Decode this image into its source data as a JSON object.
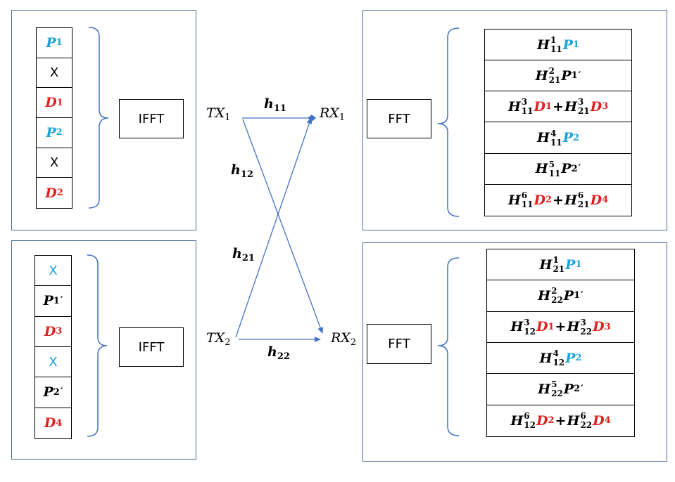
{
  "colors": {
    "blue": "#1aa3d9",
    "red": "#e01f1f",
    "line": "#4472c4",
    "frame": "#4a6a94"
  },
  "tx1_stack": [
    {
      "kind": "sym",
      "color": "blue",
      "base": "P",
      "sub": "1",
      "prime": false
    },
    {
      "kind": "x",
      "color": "black",
      "label": "X"
    },
    {
      "kind": "sym",
      "color": "red",
      "base": "D",
      "sub": "1",
      "prime": false
    },
    {
      "kind": "sym",
      "color": "blue",
      "base": "P",
      "sub": "2",
      "prime": false
    },
    {
      "kind": "x",
      "color": "black",
      "label": "X"
    },
    {
      "kind": "sym",
      "color": "red",
      "base": "D",
      "sub": "2",
      "prime": false
    }
  ],
  "tx2_stack": [
    {
      "kind": "x",
      "color": "blue",
      "label": "X"
    },
    {
      "kind": "sym",
      "color": "black",
      "base": "P",
      "sub": "1",
      "prime": true
    },
    {
      "kind": "sym",
      "color": "red",
      "base": "D",
      "sub": "3",
      "prime": false
    },
    {
      "kind": "x",
      "color": "blue",
      "label": "X"
    },
    {
      "kind": "sym",
      "color": "black",
      "base": "P",
      "sub": "2",
      "prime": true
    },
    {
      "kind": "sym",
      "color": "red",
      "base": "D",
      "sub": "4",
      "prime": false
    }
  ],
  "ifft_label": "IFFT",
  "fft_label": "FFT",
  "nodes": {
    "tx1": {
      "base": "TX",
      "sub": "1"
    },
    "tx2": {
      "base": "TX",
      "sub": "2"
    },
    "rx1": {
      "base": "RX",
      "sub": "1"
    },
    "rx2": {
      "base": "RX",
      "sub": "2"
    }
  },
  "channels": {
    "h11": {
      "base": "h",
      "sub": "11"
    },
    "h12": {
      "base": "h",
      "sub": "12"
    },
    "h21": {
      "base": "h",
      "sub": "21"
    },
    "h22": {
      "base": "h",
      "sub": "22"
    }
  },
  "rx1_stack": [
    [
      {
        "H": [
          "1",
          "11"
        ],
        "base": "P",
        "sub": "1",
        "prime": false,
        "color": "blue"
      }
    ],
    [
      {
        "H": [
          "2",
          "21"
        ],
        "base": "P",
        "sub": "1",
        "prime": true,
        "color": "black"
      }
    ],
    [
      {
        "H": [
          "3",
          "11"
        ],
        "base": "D",
        "sub": "1",
        "prime": false,
        "color": "red"
      },
      {
        "H": [
          "3",
          "21"
        ],
        "base": "D",
        "sub": "3",
        "prime": false,
        "color": "red"
      }
    ],
    [
      {
        "H": [
          "4",
          "11"
        ],
        "base": "P",
        "sub": "2",
        "prime": false,
        "color": "blue"
      }
    ],
    [
      {
        "H": [
          "5",
          "11"
        ],
        "base": "P",
        "sub": "2",
        "prime": true,
        "color": "black"
      }
    ],
    [
      {
        "H": [
          "6",
          "11"
        ],
        "base": "D",
        "sub": "2",
        "prime": false,
        "color": "red"
      },
      {
        "H": [
          "6",
          "21"
        ],
        "base": "D",
        "sub": "4",
        "prime": false,
        "color": "red"
      }
    ]
  ],
  "rx2_stack": [
    [
      {
        "H": [
          "1",
          "21"
        ],
        "base": "P",
        "sub": "1",
        "prime": false,
        "color": "blue"
      }
    ],
    [
      {
        "H": [
          "2",
          "22"
        ],
        "base": "P",
        "sub": "1",
        "prime": true,
        "color": "black"
      }
    ],
    [
      {
        "H": [
          "3",
          "12"
        ],
        "base": "D",
        "sub": "1",
        "prime": false,
        "color": "red"
      },
      {
        "H": [
          "3",
          "22"
        ],
        "base": "D",
        "sub": "3",
        "prime": false,
        "color": "red"
      }
    ],
    [
      {
        "H": [
          "4",
          "12"
        ],
        "base": "P",
        "sub": "2",
        "prime": false,
        "color": "blue"
      }
    ],
    [
      {
        "H": [
          "5",
          "22"
        ],
        "base": "P",
        "sub": "2",
        "prime": true,
        "color": "black"
      }
    ],
    [
      {
        "H": [
          "6",
          "12"
        ],
        "base": "D",
        "sub": "2",
        "prime": false,
        "color": "red"
      },
      {
        "H": [
          "6",
          "22"
        ],
        "base": "D",
        "sub": "4",
        "prime": false,
        "color": "red"
      }
    ]
  ]
}
